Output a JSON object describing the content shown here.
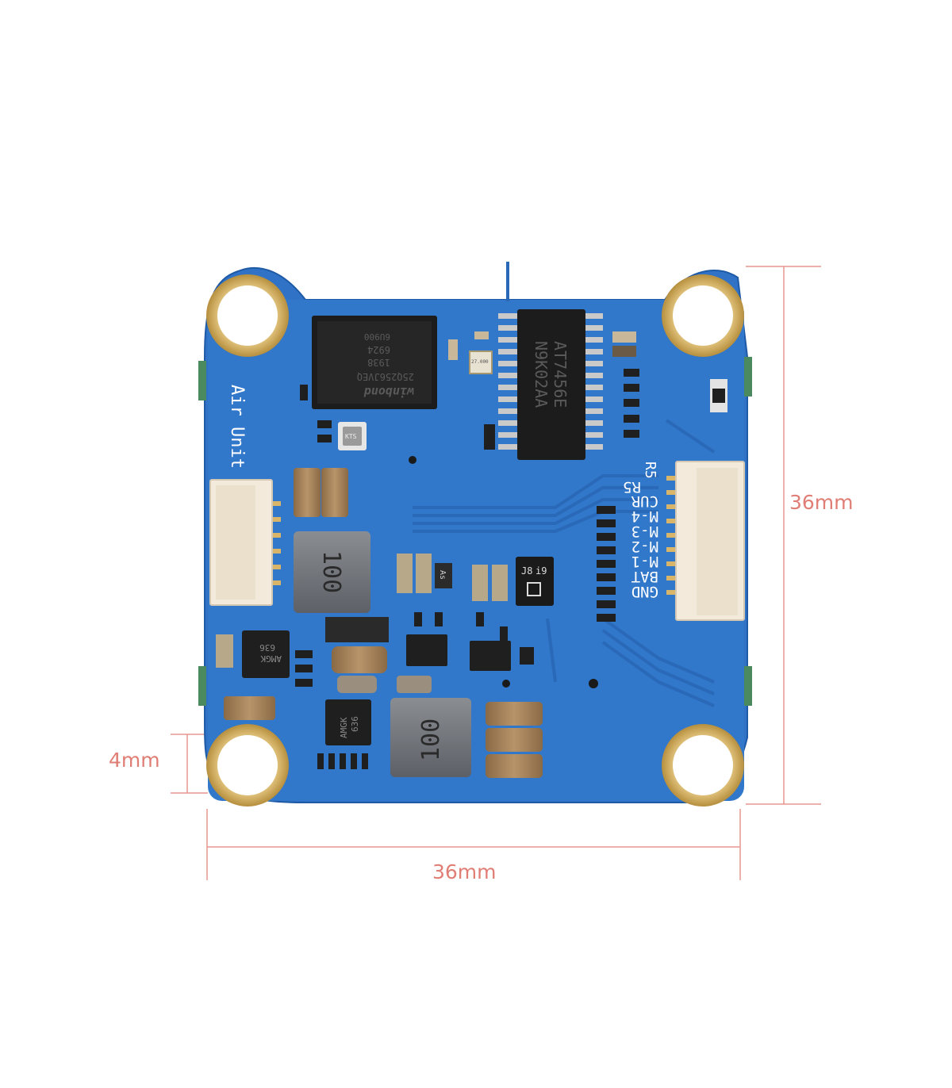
{
  "colors": {
    "dimension_line": "#e8958f",
    "dimension_text": "#e07d74",
    "pcb_blue": "#2f72c6",
    "pad_gold": "#d9b56a",
    "connector": "#f3eadc"
  },
  "dimensions": {
    "height": "36mm",
    "width": "36mm",
    "hole_offset": "4mm"
  },
  "board": {
    "brand_label": "Air Unit",
    "pin_labels": [
      "R5",
      "CUR",
      "M-4",
      "M-3",
      "M-2",
      "M-1",
      "BAT",
      "GND"
    ],
    "flash_chip_lines": [
      "winbond",
      "25Q256JVEQ",
      "1938",
      "6924",
      "6U900"
    ],
    "driver_chip_lines": [
      "AT7456E",
      "N9K02AA"
    ],
    "inductor_top": "100",
    "inductor_bottom": "100",
    "regulator_left": [
      "AMGK",
      "636"
    ],
    "regulator_bottom": [
      "AMGK",
      "636"
    ],
    "small_component": [
      "J8",
      "i9"
    ],
    "crystal": "27.000",
    "sensor": "KTS",
    "as_marking": "As"
  }
}
